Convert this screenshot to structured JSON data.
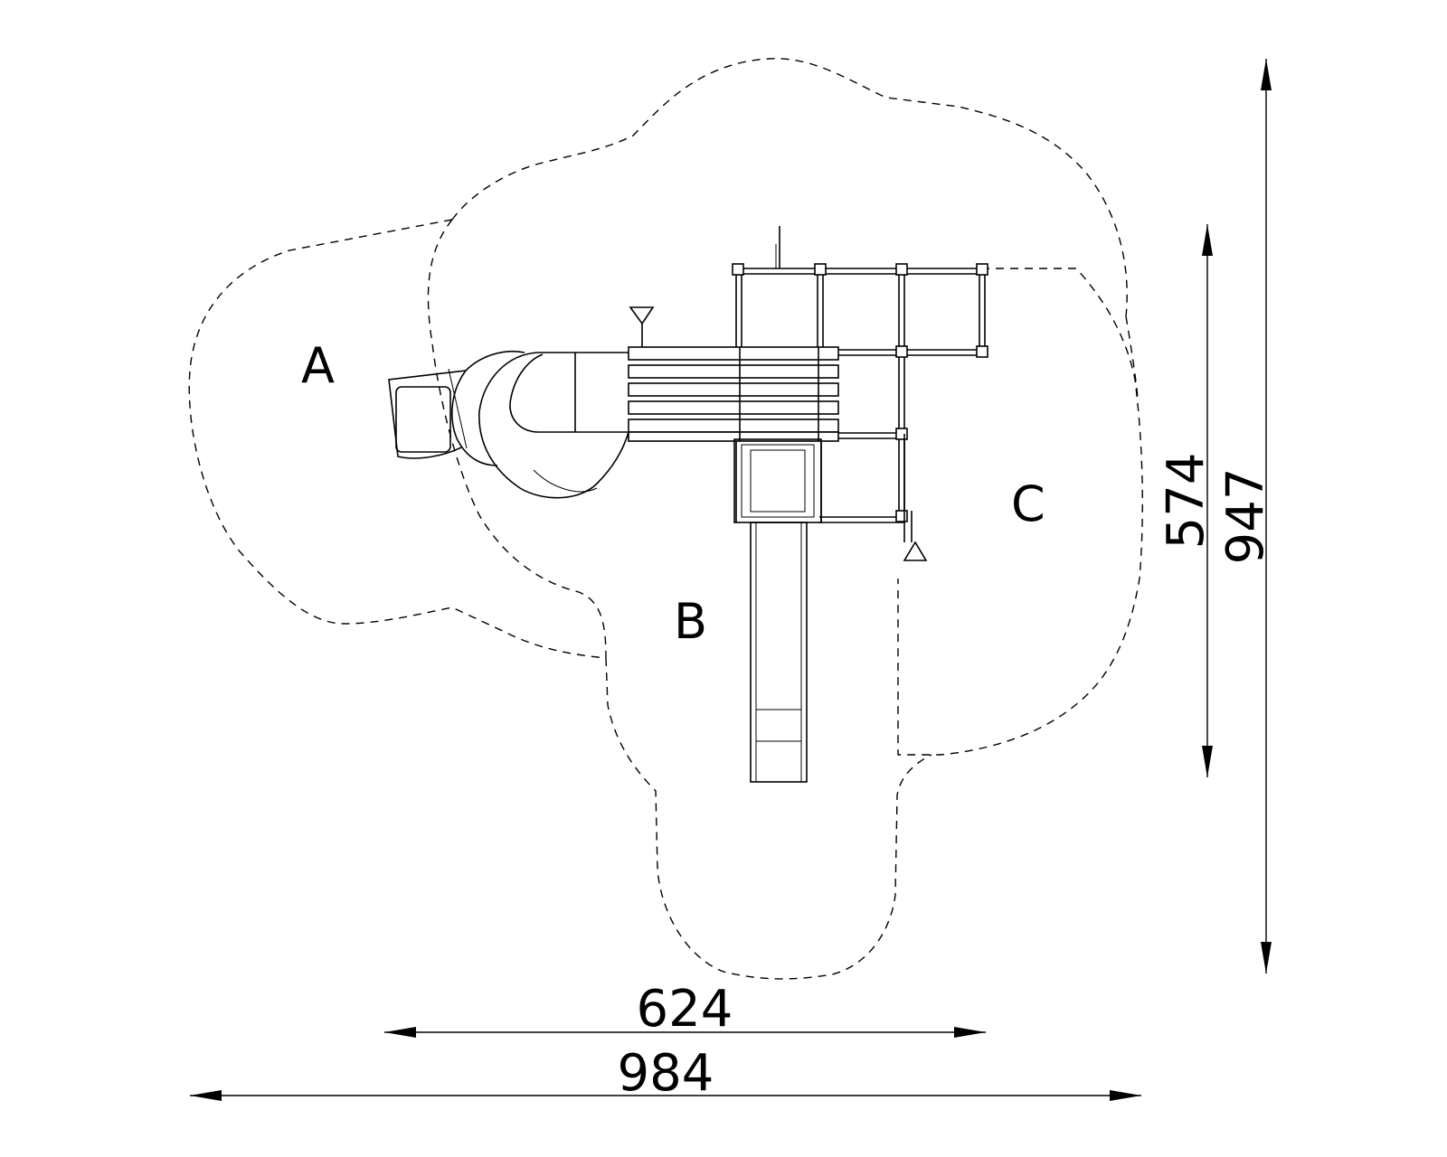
{
  "zones": [
    {
      "id": "A",
      "label": "A"
    },
    {
      "id": "B",
      "label": "B"
    },
    {
      "id": "C",
      "label": "C"
    }
  ],
  "dimensions": {
    "width_inner": "624",
    "width_outer": "984",
    "height_inner": "574",
    "height_outer": "947"
  }
}
